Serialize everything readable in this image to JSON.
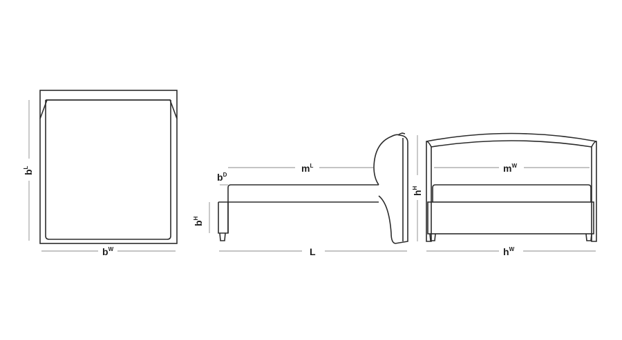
{
  "labels": {
    "top_length": {
      "base": "b",
      "sup": "L"
    },
    "top_width": {
      "base": "b",
      "sup": "W"
    },
    "side_mattress_depth": {
      "base": "b",
      "sup": "D"
    },
    "side_base_height": {
      "base": "b",
      "sup": "H"
    },
    "side_mattress_length": {
      "base": "m",
      "sup": "L"
    },
    "side_total_length": {
      "base": "L",
      "sup": ""
    },
    "front_headboard_height": {
      "base": "h",
      "sup": "H"
    },
    "front_mattress_width": {
      "base": "m",
      "sup": "W"
    },
    "front_total_width": {
      "base": "h",
      "sup": "W"
    }
  },
  "colors": {
    "line": "#2b2b2b",
    "dimension_line": "#8a8a8a",
    "label": "#1e1e1e",
    "background": "#ffffff"
  }
}
